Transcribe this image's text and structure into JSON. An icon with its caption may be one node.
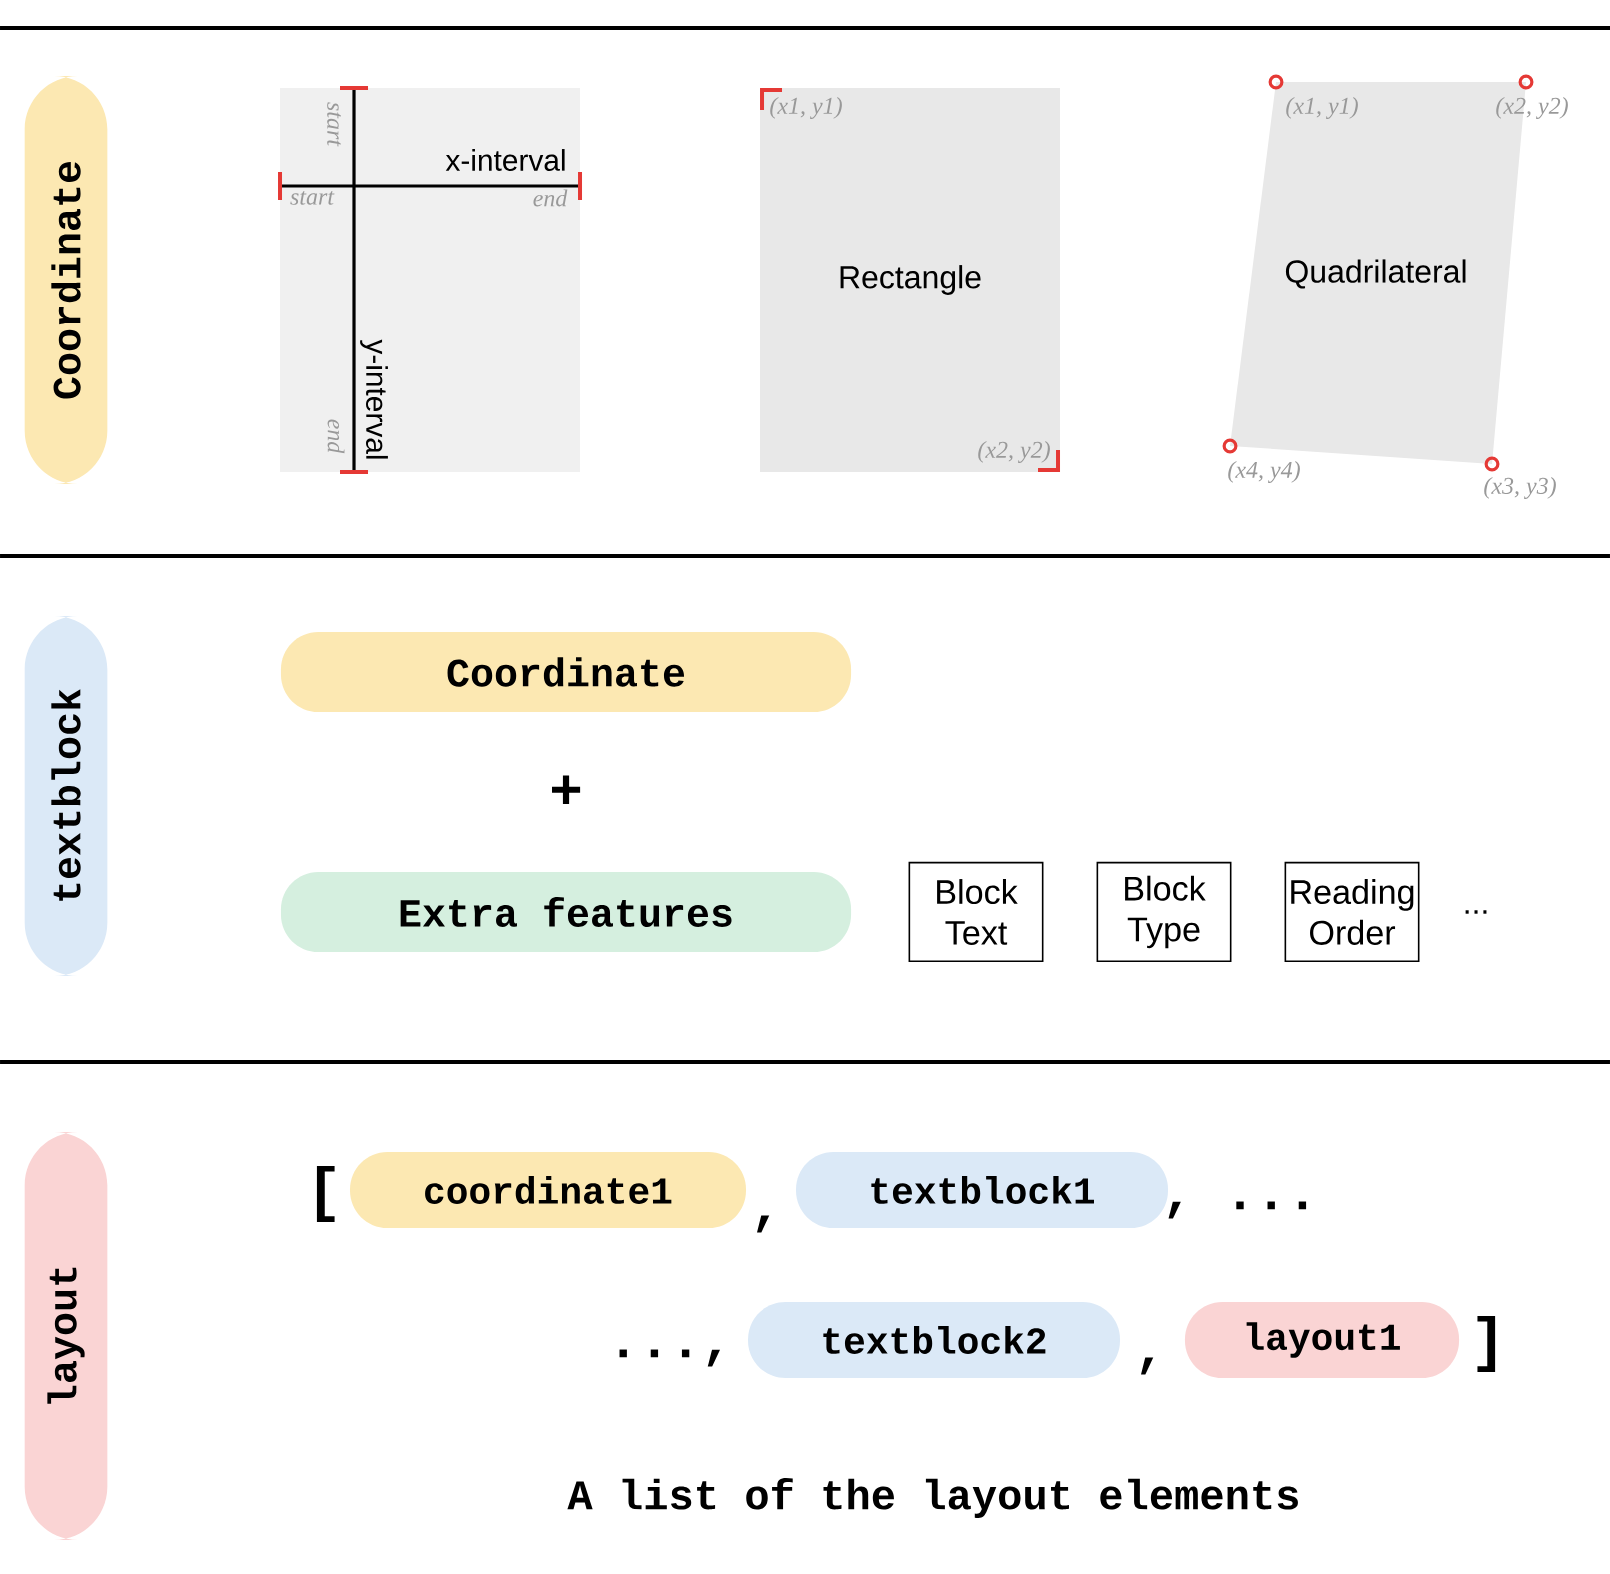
{
  "diagram": {
    "nodes": [
      {
        "text": [
          "Coordinate"
        ]
      },
      {
        "text": [
          "start",
          "x-interval",
          "start",
          "end",
          "y-interval",
          "end"
        ]
      },
      {
        "text": [
          "(x1, y1)",
          "Rectangle",
          "(x2, y2)"
        ]
      },
      {
        "text": [
          "(x1, y1)",
          "(x2, y2)",
          "Quadrilateral"
        ],
        "beside": [
          "(x4, y4)",
          "(x3, y3)"
        ]
      },
      {
        "text": [
          "textblock"
        ]
      },
      {
        "text": [
          "Coordinate"
        ]
      },
      {
        "text": [
          "Extra features"
        ]
      },
      {
        "text": [
          "Block Text"
        ]
      },
      {
        "text": [
          "Block Type"
        ]
      },
      {
        "text": [
          "Reading Order"
        ]
      },
      {
        "text": [
          "layout"
        ]
      },
      {
        "text": [
          "coordinate1"
        ]
      },
      {
        "text": [
          "textblock1"
        ]
      },
      {
        "text": [
          "textblock2"
        ]
      },
      {
        "text": [
          "layout1"
        ]
      }
    ],
    "edges": [],
    "labels": [
      "+",
      "...",
      "[",
      ",",
      ", ...",
      "...,",
      ",",
      "]",
      "A list of the layout elements"
    ]
  }
}
